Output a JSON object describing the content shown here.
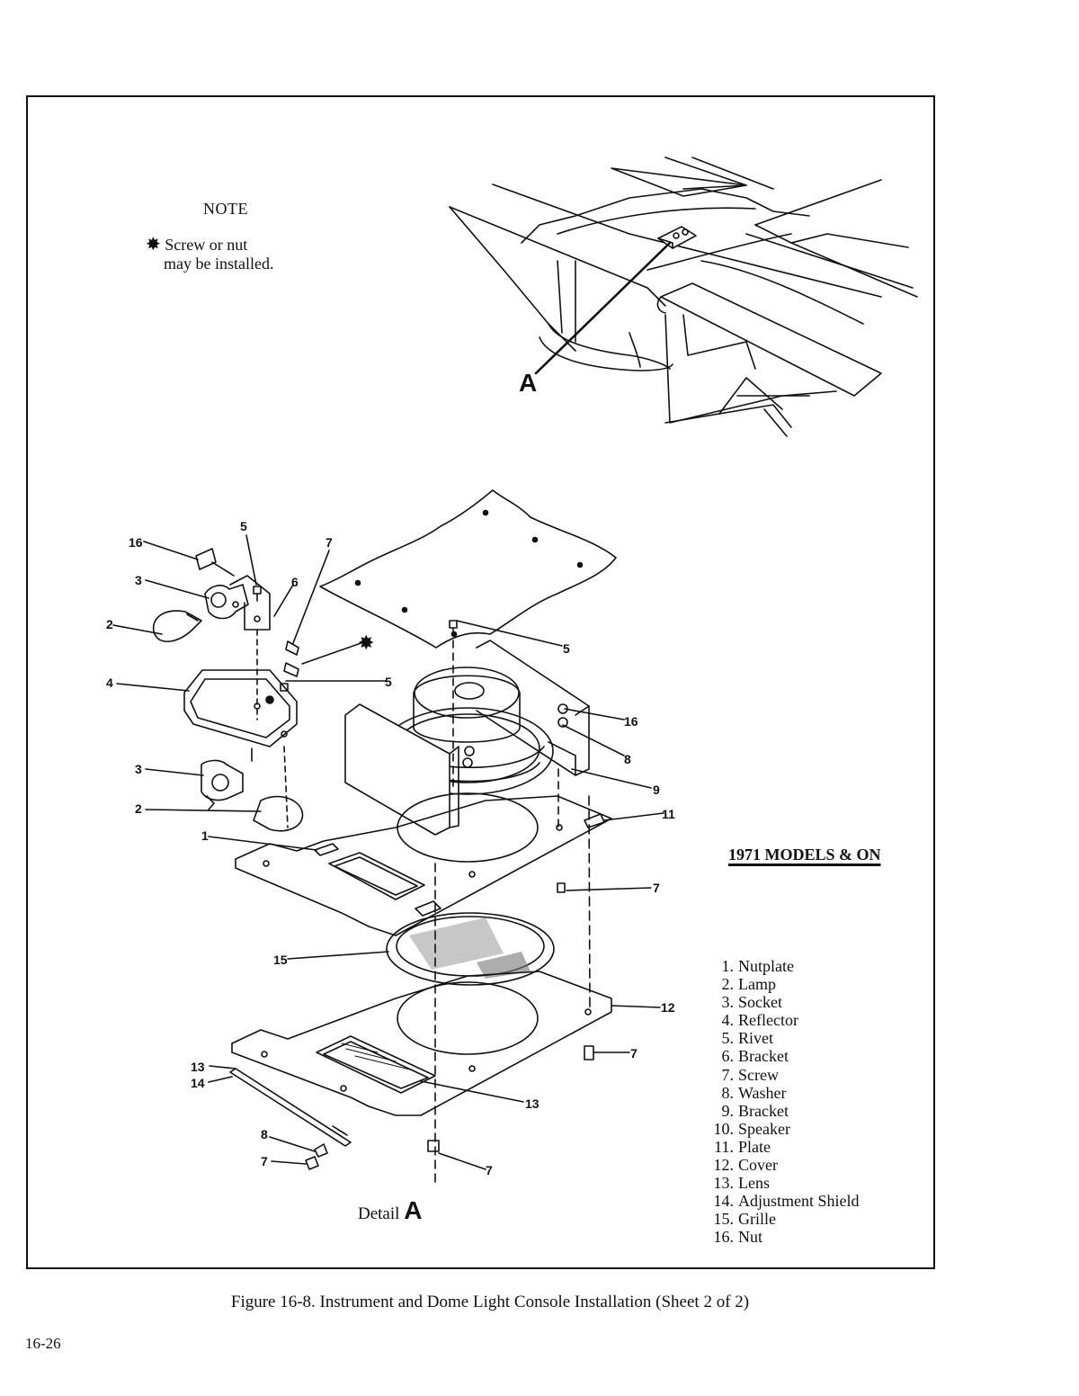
{
  "note": {
    "heading": "NOTE",
    "line1": "Screw or nut",
    "line2": "may be installed.",
    "star_icon": "asterisk-star"
  },
  "models_label": "1971 MODELS & ON",
  "view_label": "A",
  "detail_label": {
    "text": "Detail",
    "letter": "A"
  },
  "legend": [
    {
      "num": "1.",
      "name": "Nutplate"
    },
    {
      "num": "2.",
      "name": "Lamp"
    },
    {
      "num": "3.",
      "name": "Socket"
    },
    {
      "num": "4.",
      "name": "Reflector"
    },
    {
      "num": "5.",
      "name": "Rivet"
    },
    {
      "num": "6.",
      "name": "Bracket"
    },
    {
      "num": "7.",
      "name": "Screw"
    },
    {
      "num": "8.",
      "name": "Washer"
    },
    {
      "num": "9.",
      "name": "Bracket"
    },
    {
      "num": "10.",
      "name": "Speaker"
    },
    {
      "num": "11.",
      "name": "Plate"
    },
    {
      "num": "12.",
      "name": "Cover"
    },
    {
      "num": "13.",
      "name": "Lens"
    },
    {
      "num": "14.",
      "name": "Adjustment Shield"
    },
    {
      "num": "15.",
      "name": "Grille"
    },
    {
      "num": "16.",
      "name": "Nut"
    }
  ],
  "callouts": [
    "16",
    "5",
    "7",
    "3",
    "6",
    "2",
    "4",
    "5",
    "5",
    "16",
    "8",
    "3",
    "9",
    "2",
    "11",
    "1",
    "7",
    "15",
    "12",
    "13",
    "7",
    "14",
    "13",
    "8",
    "7",
    "7"
  ],
  "caption": "Figure 16-8.  Instrument and Dome Light Console Installation (Sheet 2 of 2)",
  "page_number": "16-26"
}
